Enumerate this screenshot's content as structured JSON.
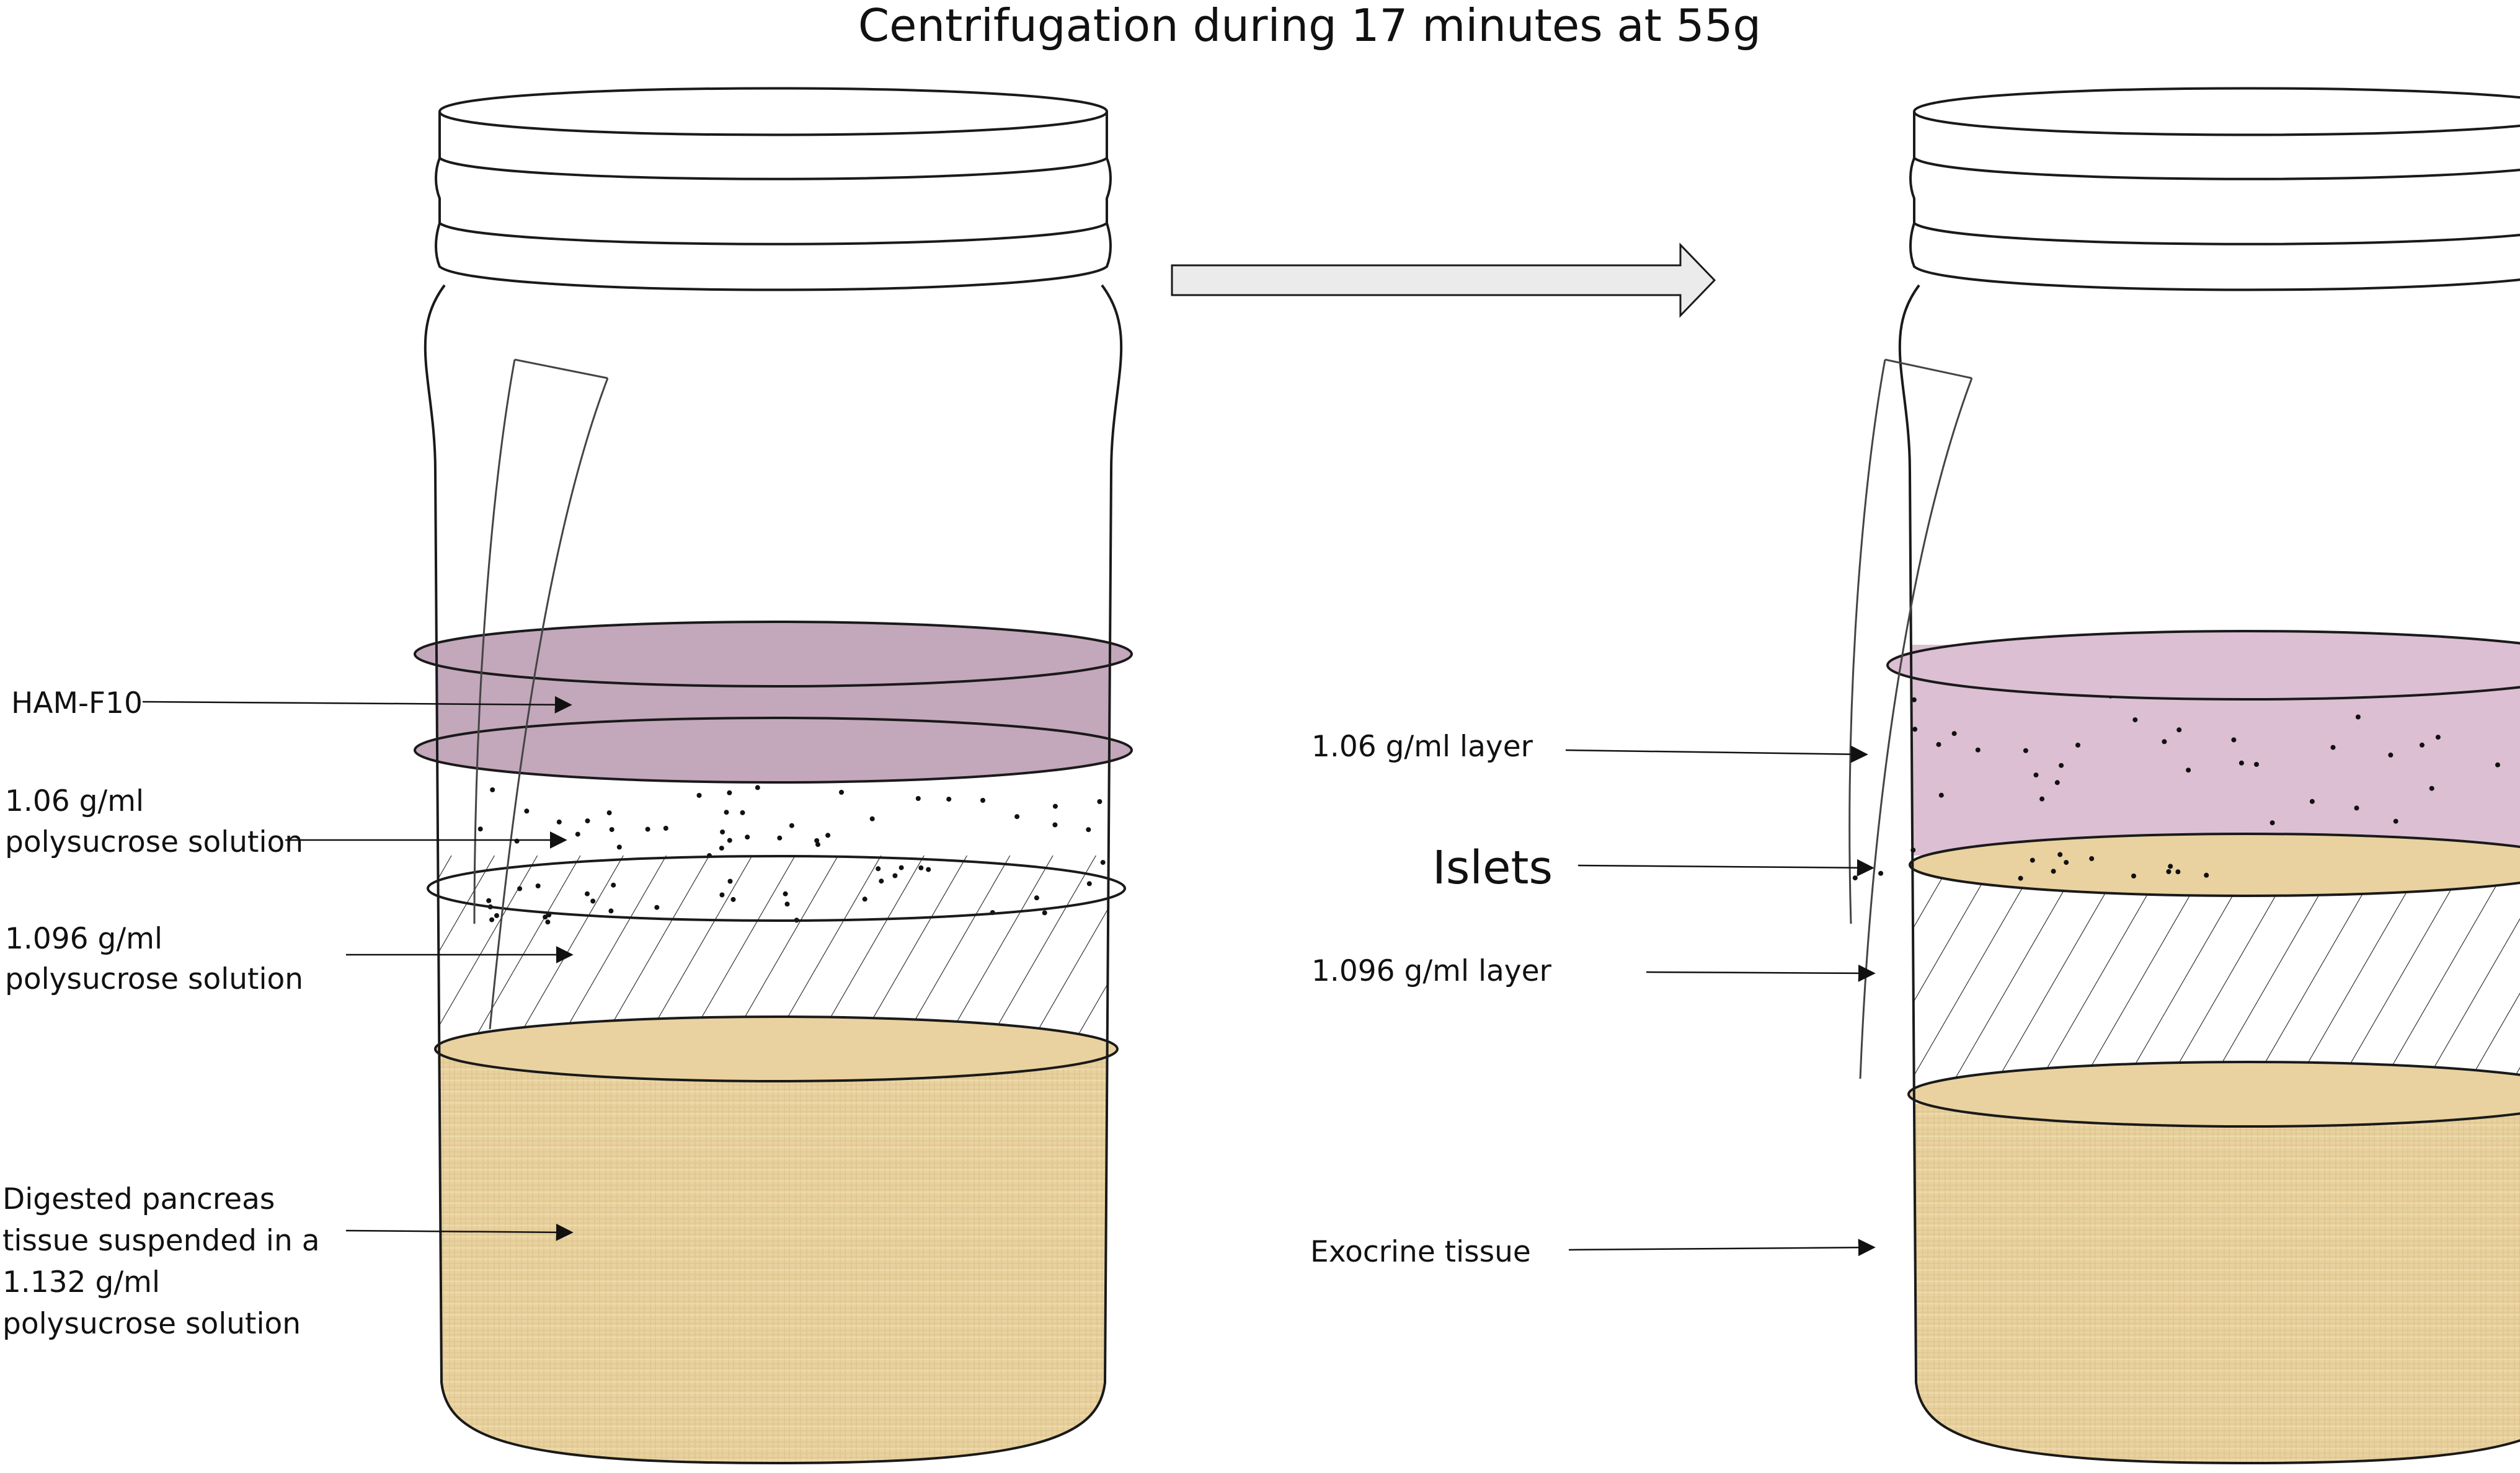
{
  "title": "Centrifugation during 17 minutes at 55g",
  "left_jar": {
    "labels": {
      "ham": "HAM-F10",
      "sol106_line1": "1.06 g/ml",
      "sol106_line2": "polysucrose solution",
      "sol1096_line1": "1.096 g/ml",
      "sol1096_line2": "polysucrose solution",
      "digest_line1": "Digested pancreas",
      "digest_line2": "tissue suspended in a",
      "digest_line3": "1.132 g/ml",
      "digest_line4": "polysucrose solution"
    }
  },
  "right_jar": {
    "labels": {
      "layer106": "1.06 g/ml layer",
      "islets": "Islets",
      "layer1096": "1.096 g/ml layer",
      "exocrine": "Exocrine tissue"
    }
  },
  "colors": {
    "ham_f10": "#c3a7bb",
    "layer_106_after": "#dcbfd3",
    "tissue": "#e9d29f",
    "arrow_fill": "#ebebeb",
    "outline": "#1a1a1a"
  }
}
